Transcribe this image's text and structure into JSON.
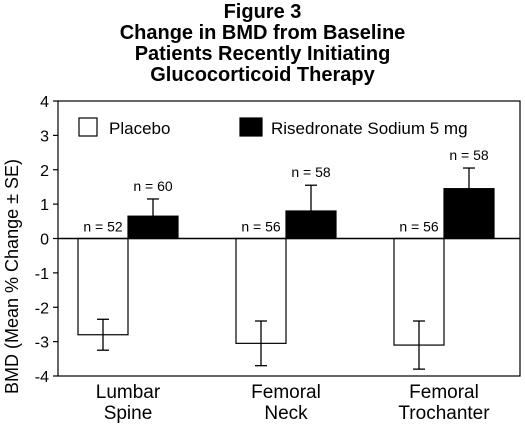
{
  "title_lines": [
    "Figure 3",
    "Change in BMD from Baseline",
    "Patients Recently Initiating",
    "Glucocorticoid Therapy"
  ],
  "chart_data": {
    "type": "bar",
    "title": "Figure 3 Change in BMD from Baseline Patients Recently Initiating Glucocorticoid Therapy",
    "ylabel": "BMD (Mean % Change ± SE)",
    "xlabel": "",
    "ylim": [
      -4,
      4
    ],
    "yticks": [
      4,
      3,
      2,
      1,
      0,
      -1,
      -2,
      -3,
      -4
    ],
    "ytick_labels": [
      "4",
      "3",
      "2",
      "1",
      "0",
      "-1",
      "-2",
      "-3",
      "-4"
    ],
    "categories": [
      [
        "Lumbar",
        "Spine"
      ],
      [
        "Femoral",
        "Neck"
      ],
      [
        "Femoral",
        "Trochanter"
      ]
    ],
    "series": [
      {
        "name": "Placebo",
        "fill": "#ffffff",
        "values": [
          -2.8,
          -3.05,
          -3.1
        ],
        "se": [
          0.45,
          0.65,
          0.7
        ],
        "n_labels": [
          "n = 52",
          "n = 56",
          "n = 56"
        ]
      },
      {
        "name": "Risedronate Sodium 5 mg",
        "fill": "#000000",
        "values": [
          0.65,
          0.8,
          1.45
        ],
        "se": [
          0.5,
          0.75,
          0.6
        ],
        "n_labels": [
          "n = 60",
          "n = 58",
          "n = 58"
        ]
      }
    ],
    "legend": "top",
    "grid": false
  }
}
